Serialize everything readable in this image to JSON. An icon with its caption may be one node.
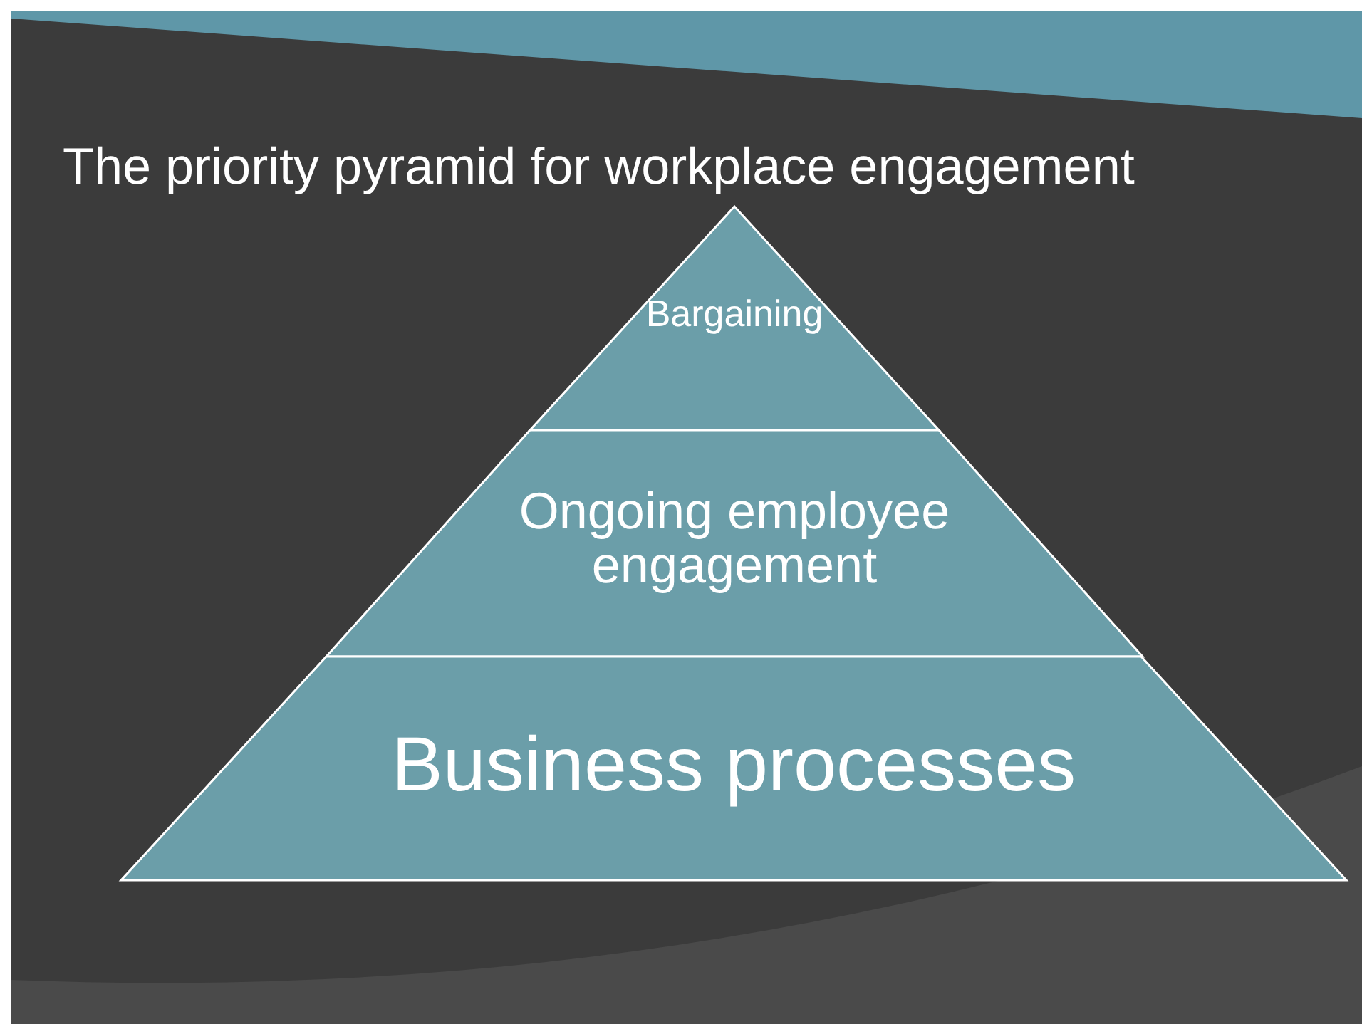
{
  "diagram": {
    "title": "The priority pyramid for workplace engagement",
    "nodes": [
      {
        "text": [
          "Bargaining"
        ]
      },
      {
        "text": [
          "Ongoing employee engagement"
        ]
      },
      {
        "text": [
          "Business processes"
        ]
      }
    ]
  }
}
